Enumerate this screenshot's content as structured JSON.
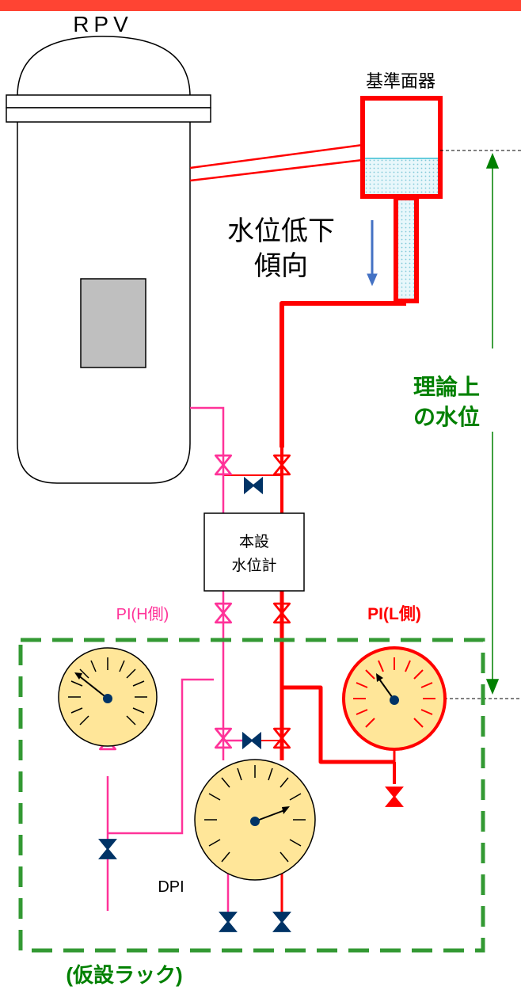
{
  "title_vessel": "RPV",
  "label_reference_vessel": "基準面器",
  "label_water_drop_line1": "水位低下",
  "label_water_drop_line2": "傾向",
  "label_theoretical_line1": "理論上",
  "label_theoretical_line2": "の水位",
  "label_main_gauge_line1": "本設",
  "label_main_gauge_line2": "水位計",
  "label_pi_h": "PI(H側)",
  "label_pi_l": "PI(L側)",
  "label_dpi": "DPI",
  "label_rack": "(仮設ラック)",
  "colors": {
    "red": "#ff0000",
    "pink": "#ff3399",
    "green": "#008000",
    "rack_green": "#339933",
    "navy": "#003366",
    "gauge_fill": "#ffe699",
    "arrow_blue": "#4472c4",
    "top_bar": "#ff4433"
  }
}
